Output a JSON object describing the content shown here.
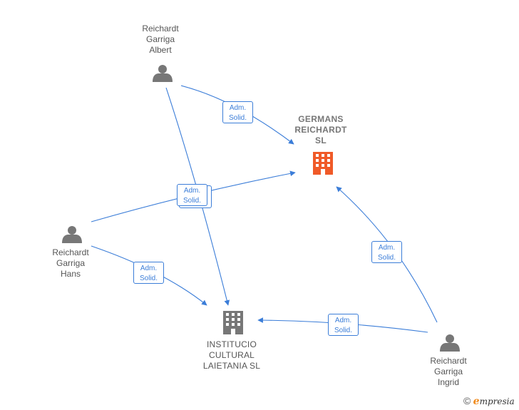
{
  "nodes": {
    "albert": {
      "name_lines": [
        "Reichardt",
        "Garriga",
        "Albert"
      ],
      "icon": "person-icon"
    },
    "hans": {
      "name_lines": [
        "Reichardt",
        "Garriga",
        "Hans"
      ],
      "icon": "person-icon"
    },
    "ingrid": {
      "name_lines": [
        "Reichardt",
        "Garriga",
        "Ingrid"
      ],
      "icon": "person-icon"
    },
    "germans": {
      "name_lines": [
        "GERMANS",
        "REICHARDT",
        "SL"
      ],
      "icon": "building-icon",
      "color": "#f05a28"
    },
    "institucio": {
      "name_lines": [
        "INSTITUCIO",
        "CULTURAL",
        "LAIETANIA SL"
      ],
      "icon": "building-icon",
      "color": "#777777"
    }
  },
  "edges": [
    {
      "from": "albert",
      "to": "germans",
      "label_lines": [
        "Adm.",
        "Solid."
      ]
    },
    {
      "from": "albert",
      "to": "institucio",
      "label_lines": [
        "Adm.",
        "Solid."
      ]
    },
    {
      "from": "hans",
      "to": "germans",
      "label_lines": [
        "Adm.",
        "Solid."
      ]
    },
    {
      "from": "hans",
      "to": "institucio",
      "label_lines": [
        "Adm.",
        "Solid."
      ]
    },
    {
      "from": "ingrid",
      "to": "germans",
      "label_lines": [
        "Adm.",
        "Solid."
      ]
    },
    {
      "from": "ingrid",
      "to": "institucio",
      "label_lines": [
        "Adm.",
        "Solid."
      ]
    }
  ],
  "colors": {
    "edge": "#3b7dd8",
    "person": "#777777"
  },
  "footer": {
    "copyright_symbol": "©",
    "brand_initial": "e",
    "brand_rest": "mpresia"
  }
}
